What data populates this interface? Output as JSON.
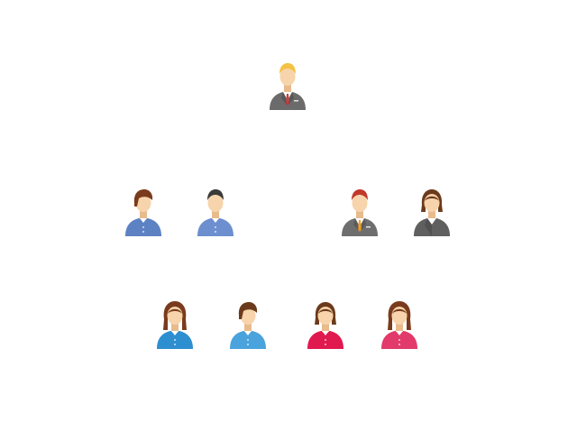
{
  "colors": {
    "background": "#ffffff",
    "skin": "#f7d4ab",
    "skin_shadow": "#e8bb8c"
  },
  "people": [
    {
      "role": "ceo",
      "gender": "male",
      "hair_color": "#f4c242",
      "top_color": "#6b6b6b",
      "tie_color": "#c94040",
      "outfit": "suit",
      "hair_style": "short",
      "icon": "businessman-icon"
    },
    {
      "role": "manager-left-1",
      "gender": "female",
      "hair_color": "#7a3b1c",
      "top_color": "#5d82c3",
      "outfit": "shirt",
      "hair_style": "short-female",
      "icon": "businesswoman-icon"
    },
    {
      "role": "manager-left-2",
      "gender": "male",
      "hair_color": "#3a3a3a",
      "top_color": "#6d8fd0",
      "outfit": "shirt",
      "hair_style": "short",
      "icon": "man-icon"
    },
    {
      "role": "manager-right-1",
      "gender": "male",
      "hair_color": "#c0392b",
      "top_color": "#6e6e6e",
      "tie_color": "#f0a030",
      "outfit": "suit",
      "hair_style": "short",
      "icon": "businessman-icon"
    },
    {
      "role": "manager-right-2",
      "gender": "female",
      "hair_color": "#6b3a1c",
      "top_color": "#5f5f5f",
      "outfit": "jacket",
      "hair_style": "bob",
      "icon": "businesswoman-icon"
    },
    {
      "role": "staff-1",
      "gender": "female",
      "hair_color": "#7a3b1c",
      "top_color": "#2e8fd0",
      "outfit": "shirt",
      "hair_style": "long",
      "icon": "woman-icon"
    },
    {
      "role": "staff-2",
      "gender": "female",
      "hair_color": "#6b3a1c",
      "top_color": "#4aa3dc",
      "outfit": "shirt",
      "hair_style": "short-female",
      "icon": "woman-icon"
    },
    {
      "role": "staff-3",
      "gender": "female",
      "hair_color": "#6b3a1c",
      "top_color": "#e0194f",
      "outfit": "shirt",
      "hair_style": "bob",
      "icon": "woman-icon"
    },
    {
      "role": "staff-4",
      "gender": "female",
      "hair_color": "#7a3b1c",
      "top_color": "#e23a6a",
      "outfit": "shirt",
      "hair_style": "long",
      "icon": "woman-icon"
    }
  ]
}
